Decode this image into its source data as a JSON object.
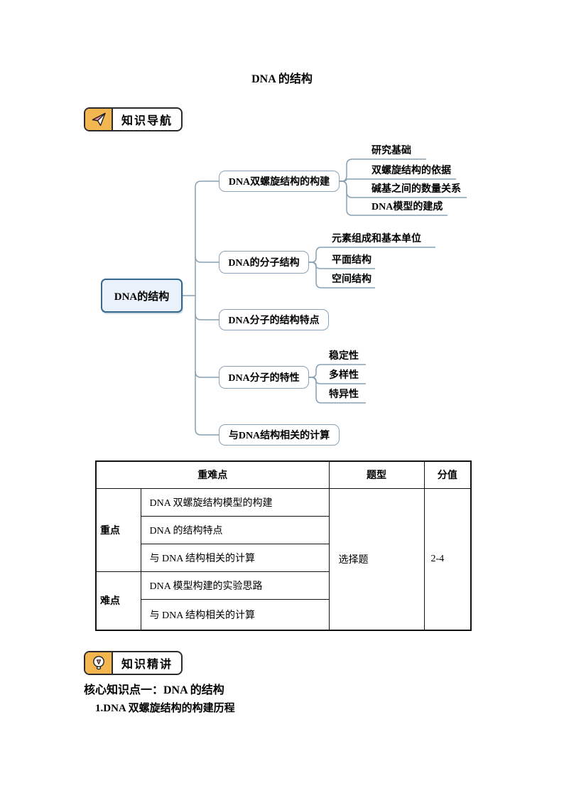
{
  "page": {
    "title": "DNA 的结构"
  },
  "badges": {
    "nav": {
      "label": "知识导航",
      "icon": "paper-plane-icon"
    },
    "lecture": {
      "label": "知识精讲",
      "icon": "lightbulb-icon"
    }
  },
  "colors": {
    "badge_accent": "#f3b650",
    "badge_border": "#2b2b2b",
    "icon_accent_pink": "#ef8f9b",
    "mindmap_line": "#87a0b3",
    "mindmap_branch_border": "#8ba3b8",
    "mindmap_root_fill": "#e9f2fa",
    "mindmap_root_border": "#35688c",
    "table_border": "#111111"
  },
  "mindmap": {
    "root": "DNA的结构",
    "branches": [
      {
        "label": "DNA双螺旋结构的构建",
        "children": [
          "研究基础",
          "双螺旋结构的依据",
          "碱基之间的数量关系",
          "DNA模型的建成"
        ]
      },
      {
        "label": "DNA的分子结构",
        "children": [
          "元素组成和基本单位",
          "平面结构",
          "空间结构"
        ]
      },
      {
        "label": "DNA分子的结构特点",
        "children": []
      },
      {
        "label": "DNA分子的特性",
        "children": [
          "稳定性",
          "多样性",
          "特异性"
        ]
      },
      {
        "label": "与DNA结构相关的计算",
        "children": []
      }
    ]
  },
  "table": {
    "headers": {
      "key_points": "重难点",
      "question_type": "题型",
      "score": "分值"
    },
    "row_groups": [
      {
        "label": "重点",
        "items": [
          "DNA 双螺旋结构模型的构建",
          "DNA 的结构特点",
          "与 DNA 结构相关的计算"
        ]
      },
      {
        "label": "难点",
        "items": [
          "DNA 模型构建的实验思路",
          "与 DNA 结构相关的计算"
        ]
      }
    ],
    "question_type_value": "选择题",
    "score_value": "2-4"
  },
  "content": {
    "core_point_heading": "核心知识点一：DNA 的结构",
    "sub_heading": "1.DNA 双螺旋结构的构建历程"
  }
}
